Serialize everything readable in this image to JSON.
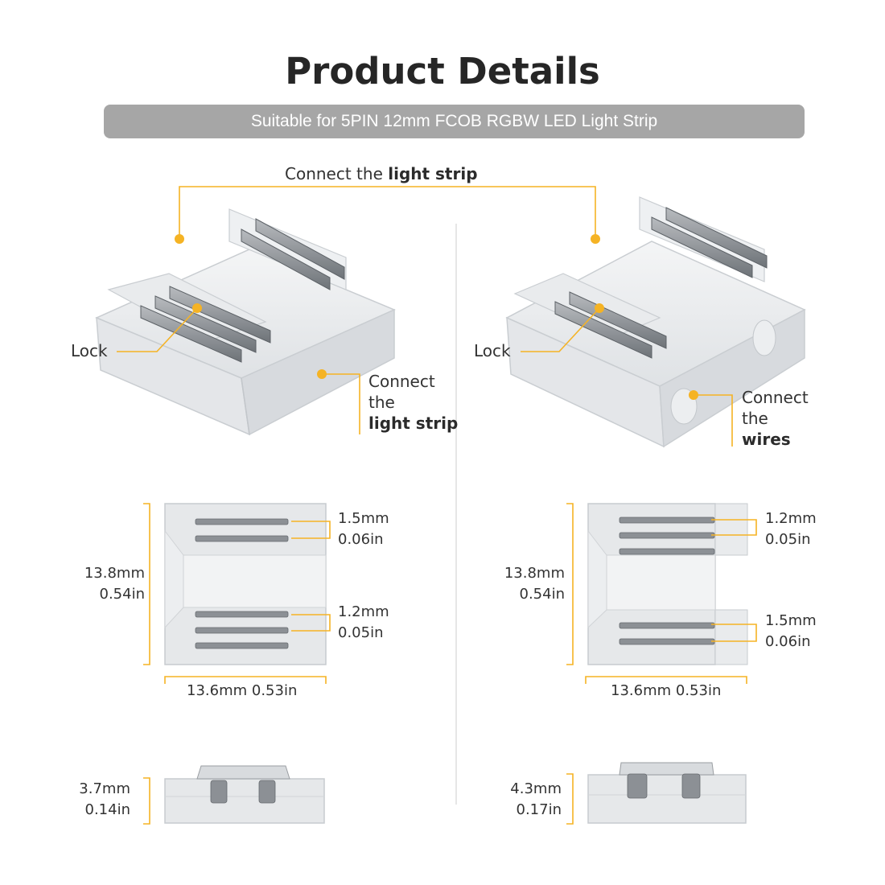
{
  "header": {
    "title": "Product Details",
    "subtitle": "Suitable for 5PIN 12mm FCOB RGBW LED Light Strip"
  },
  "top_callout": {
    "prefix": "Connect the ",
    "bold": "light strip"
  },
  "left_connector": {
    "lock_label": "Lock",
    "side_label": {
      "line1": "Connect",
      "line2": "the",
      "bold": "light strip"
    },
    "height_mm": "13.8mm",
    "height_in": "0.54in",
    "width_label": "13.6mm 0.53in",
    "top_pitch_mm": "1.5mm",
    "top_pitch_in": "0.06in",
    "bottom_pitch_mm": "1.2mm",
    "bottom_pitch_in": "0.05in",
    "thickness_mm": "3.7mm",
    "thickness_in": "0.14in"
  },
  "right_connector": {
    "lock_label": "Lock",
    "side_label": {
      "line1": "Connect",
      "line2": "the",
      "bold": "wires"
    },
    "height_mm": "13.8mm",
    "height_in": "0.54in",
    "width_label": "13.6mm 0.53in",
    "top_pitch_mm": "1.2mm",
    "top_pitch_in": "0.05in",
    "bottom_pitch_mm": "1.5mm",
    "bottom_pitch_in": "0.06in",
    "thickness_mm": "4.3mm",
    "thickness_in": "0.17in"
  },
  "colors": {
    "accent": "#f5b324",
    "banner": "#a6a6a6",
    "title": "#262626"
  }
}
